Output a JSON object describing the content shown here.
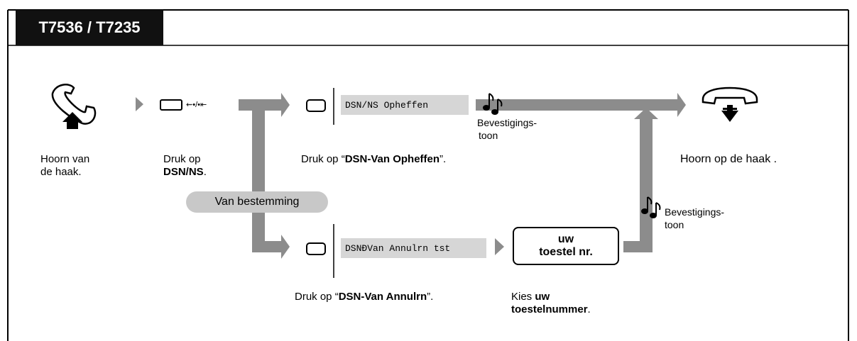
{
  "header": {
    "model": "T7536 / T7235"
  },
  "steps": {
    "offhook": {
      "line1": "Hoorn van",
      "line2": "de haak."
    },
    "dsn": {
      "line1": "Druk op",
      "line2": "DSN/NS",
      "line2_suffix": ".",
      "key_symbols": "⇜•/•⇤"
    },
    "cancel_top": {
      "lcd": "DSN/NS Opheffen",
      "prefix": "Druk op “",
      "bold": "DSN-Van Opheffen",
      "suffix": "”."
    },
    "tone_top": {
      "line1": "Bevestigings-",
      "line2": "toon"
    },
    "onhook": {
      "label": "Hoorn op de haak ."
    },
    "branch": {
      "label": "Van bestemming"
    },
    "cancel_bottom": {
      "lcd": "DSNÐVan Annulrn tst",
      "prefix": "Druk op “",
      "bold": "DSN-Van Annulrn",
      "suffix": "”."
    },
    "extension": {
      "box_line1": "uw",
      "box_line2": "toestel nr.",
      "caption_prefix": "Kies ",
      "caption_bold1": "uw",
      "caption_bold2": "toestelnummer",
      "caption_suffix": "."
    },
    "tone_right": {
      "line1": "Bevestigings-",
      "line2": "toon"
    }
  },
  "colors": {
    "header_bg": "#111111",
    "flow_gray": "#8c8c8c",
    "lcd_bg": "#d6d6d6",
    "pill_bg": "#c8c8c8"
  }
}
